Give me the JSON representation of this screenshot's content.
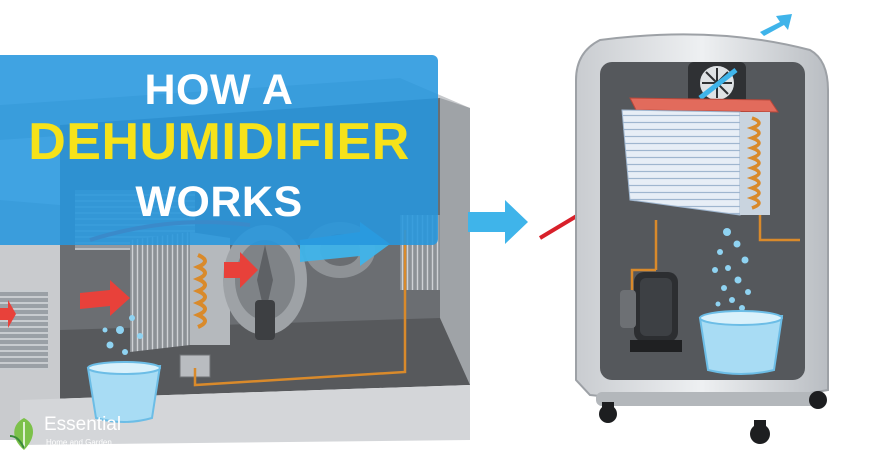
{
  "title": {
    "line1": "HOW A",
    "line2": "DEHUMIDIFIER",
    "line3": "WORKS"
  },
  "logo": {
    "name": "Essential",
    "tagline": "Home and Garden"
  },
  "colors": {
    "banner": "#2696de",
    "accent_yellow": "#f6e21a",
    "air_arrow_blue": "#3fb4ea",
    "air_arrow_red": "#e8413a",
    "water": "#8fd3f2",
    "copper": "#d98a2b"
  },
  "icons": [
    "fan-icon",
    "compressor-icon",
    "water-bucket-icon",
    "leaf-logo-icon"
  ]
}
